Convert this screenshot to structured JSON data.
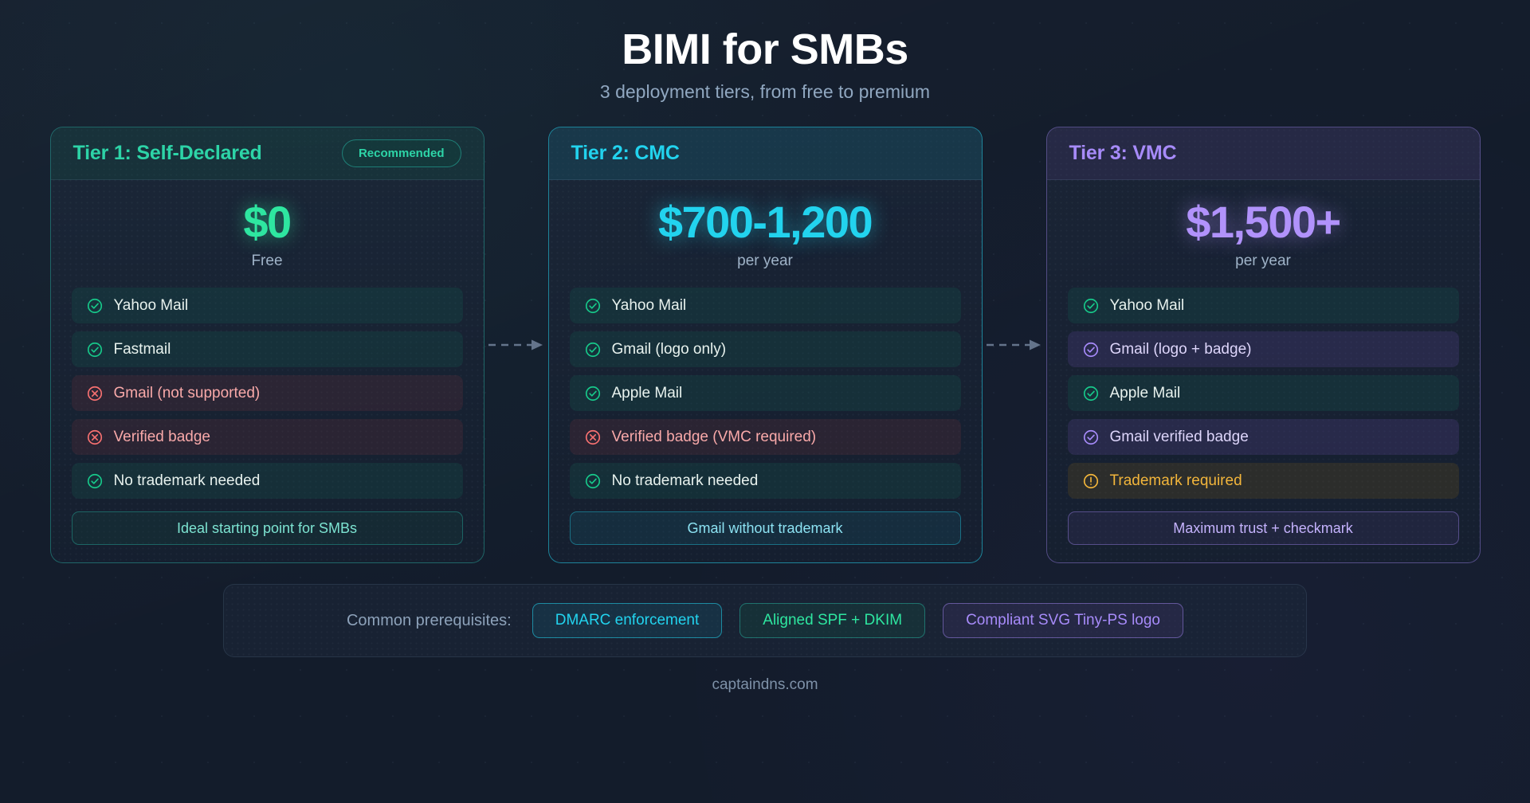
{
  "header": {
    "title": "BIMI for SMBs",
    "subtitle": "3 deployment tiers, from free to premium"
  },
  "colors": {
    "page_bg": "#131c2b",
    "tier1_accent": "#2dd4a7",
    "tier2_accent": "#22d3ee",
    "tier3_accent": "#a78bfa",
    "positive": "#2ee6a0",
    "negative": "#f87171",
    "warning": "#f2b53b",
    "title": "#ffffff",
    "muted": "#90a7c0"
  },
  "tiers": [
    {
      "id": "tier-1",
      "title": "Tier 1: Self-Declared",
      "badge": "Recommended",
      "price": "$0",
      "price_sub": "Free",
      "features": [
        {
          "label": "Yahoo Mail",
          "state": "ok",
          "icon": "check-circle-icon"
        },
        {
          "label": "Fastmail",
          "state": "ok",
          "icon": "check-circle-icon"
        },
        {
          "label": "Gmail (not supported)",
          "state": "no",
          "icon": "x-circle-icon"
        },
        {
          "label": "Verified badge",
          "state": "no",
          "icon": "x-circle-icon"
        },
        {
          "label": "No trademark needed",
          "state": "ok",
          "icon": "check-circle-icon"
        }
      ],
      "footer_label": "Ideal starting point for SMBs"
    },
    {
      "id": "tier-2",
      "title": "Tier 2: CMC",
      "badge": null,
      "price": "$700-1,200",
      "price_sub": "per year",
      "features": [
        {
          "label": "Yahoo Mail",
          "state": "ok",
          "icon": "check-circle-icon"
        },
        {
          "label": "Gmail (logo only)",
          "state": "ok",
          "icon": "check-circle-icon"
        },
        {
          "label": "Apple Mail",
          "state": "ok",
          "icon": "check-circle-icon"
        },
        {
          "label": "Verified badge (VMC required)",
          "state": "no",
          "icon": "x-circle-icon"
        },
        {
          "label": "No trademark needed",
          "state": "ok",
          "icon": "check-circle-icon"
        }
      ],
      "footer_label": "Gmail without trademark"
    },
    {
      "id": "tier-3",
      "title": "Tier 3: VMC",
      "badge": null,
      "price": "$1,500+",
      "price_sub": "per year",
      "features": [
        {
          "label": "Yahoo Mail",
          "state": "ok",
          "icon": "check-circle-icon"
        },
        {
          "label": "Gmail (logo + badge)",
          "state": "premium",
          "icon": "check-circle-icon"
        },
        {
          "label": "Apple Mail",
          "state": "ok",
          "icon": "check-circle-icon"
        },
        {
          "label": "Gmail verified badge",
          "state": "premium",
          "icon": "check-circle-icon"
        },
        {
          "label": "Trademark required",
          "state": "warn",
          "icon": "warning-circle-icon"
        }
      ],
      "footer_label": "Maximum trust + checkmark"
    }
  ],
  "connectors": [
    {
      "name": "arrow-tier1-to-tier2",
      "icon": "dashed-arrow-right-icon"
    },
    {
      "name": "arrow-tier2-to-tier3",
      "icon": "dashed-arrow-right-icon"
    }
  ],
  "prerequisites": {
    "label": "Common prerequisites:",
    "chips": [
      {
        "label": "DMARC enforcement",
        "tone": "cyan"
      },
      {
        "label": "Aligned SPF + DKIM",
        "tone": "green"
      },
      {
        "label": "Compliant SVG Tiny-PS logo",
        "tone": "purple"
      }
    ]
  },
  "footer": {
    "text": "captaindns.com"
  }
}
